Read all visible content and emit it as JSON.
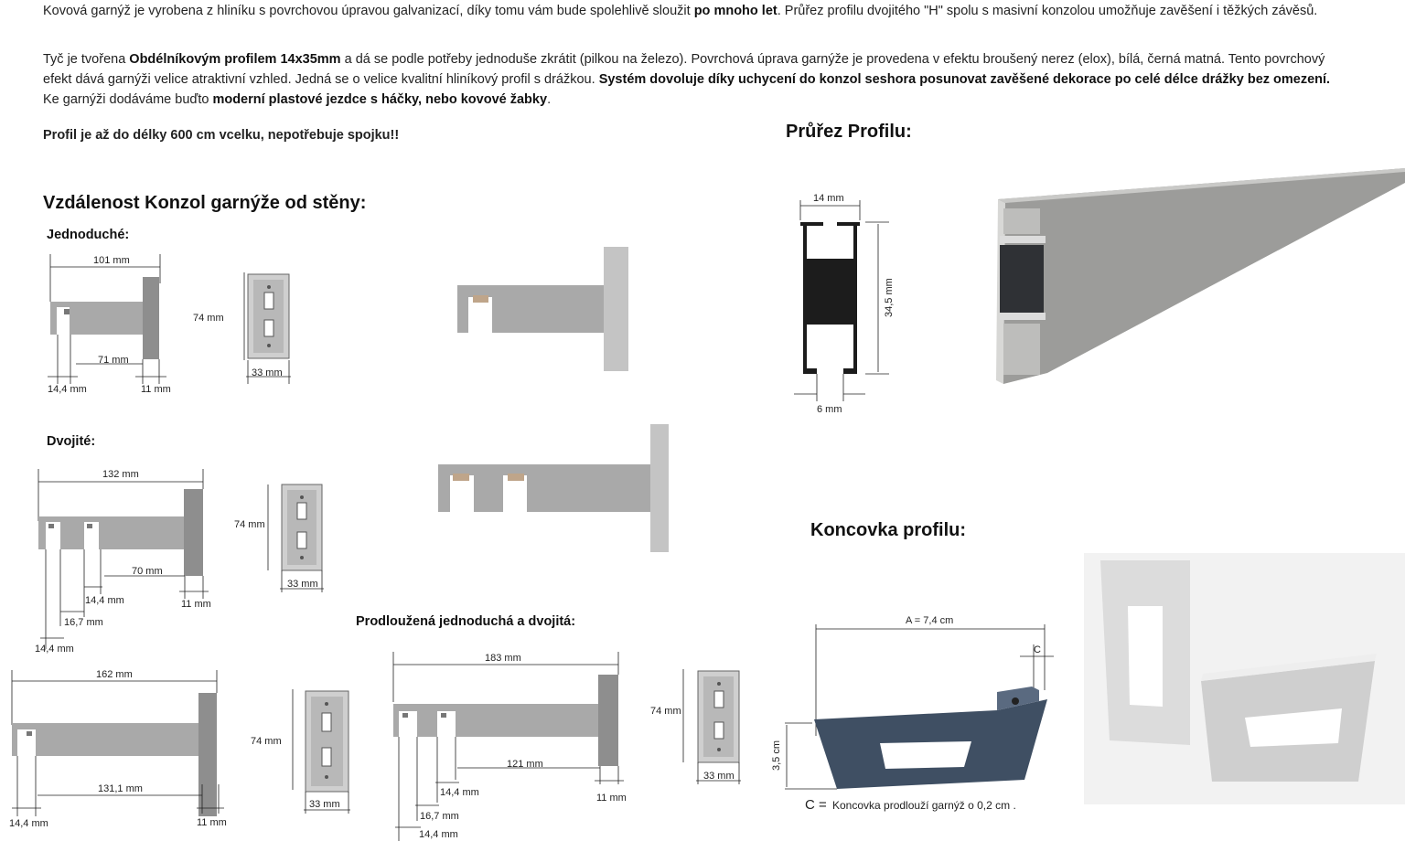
{
  "intro": {
    "p1_a": "Kovová garnýž je vyrobena z hliníku s povrchovou úpravou galvanizací, díky tomu vám bude spolehlivě sloužit ",
    "p1_b": "po mnoho let",
    "p1_c": ". Průřez profilu dvojitého \"H\" spolu s masivní konzolou umožňuje zavěšení i těžkých závěsů.",
    "p2_a": " Tyč je tvořena ",
    "p2_b": "Obdélníkovým profilem 14x35mm",
    "p2_c": " a dá se podle potřeby jednoduše zkrátit (pilkou na železo). Povrchová úprava garnýže je provedena v efektu broušený nerez (elox), bílá, černá matná. Tento povrchový efekt dává garnýži velice atraktivní vzhled. Jedná se o velice kvalitní hliníkový profil s drážkou. ",
    "p2_d": "Systém dovoluje díky uchycení do konzol seshora posunovat zavěšené dekorace po celé délce drážky bez omezení.",
    "p2_e": " Ke garnýži dodáváme buďto ",
    "p2_f": "moderní plastové jezdce s háčky, nebo kovové žabky",
    "p2_g": ".",
    "p3": "Profil je až do délky 600 cm vcelku, nepotřebuje spojku!!"
  },
  "headings": {
    "distance": "Vzdálenost Konzol garnýže od stěny:",
    "single": "Jednoduché:",
    "double": "Dvojité:",
    "extended": "Prodloužená jednoduchá a dvojitá:",
    "cross_section": "Průřez Profilu:",
    "end_cap": "Koncovka profilu:"
  },
  "dims": {
    "single": {
      "total": "101 mm",
      "inner": "71 mm",
      "rod": "14,4 mm",
      "plate": "11 mm",
      "height": "74 mm",
      "width": "33 mm"
    },
    "double": {
      "total": "132 mm",
      "inner": "70 mm",
      "rod1": "14,4 mm",
      "gap": "16,7 mm",
      "rod2": "14,4 mm",
      "plate": "11 mm",
      "height": "74 mm",
      "width": "33 mm"
    },
    "ext_single": {
      "total": "162 mm",
      "inner": "131,1 mm",
      "rod": "14,4 mm",
      "plate": "11 mm",
      "height": "74 mm",
      "width": "33 mm"
    },
    "ext_double": {
      "total": "183 mm",
      "inner": "121 mm",
      "rod1": "14,4 mm",
      "gap": "16,7 mm",
      "rod2": "14,4 mm",
      "plate": "11 mm",
      "height": "74 mm",
      "width": "33 mm"
    },
    "profile": {
      "width": "14 mm",
      "height": "34,5 mm",
      "slot": "6 mm"
    },
    "end_cap": {
      "a": "A = 7,4 cm",
      "c": "C",
      "h": "3,5 cm",
      "note_c": "C = ",
      "note": "Koncovka prodlouží garnýž o 0,2 cm ."
    }
  },
  "colors": {
    "steel": "#a9a9a9",
    "cap": "#3f4f63",
    "aluminium": "#9c9c9a"
  }
}
